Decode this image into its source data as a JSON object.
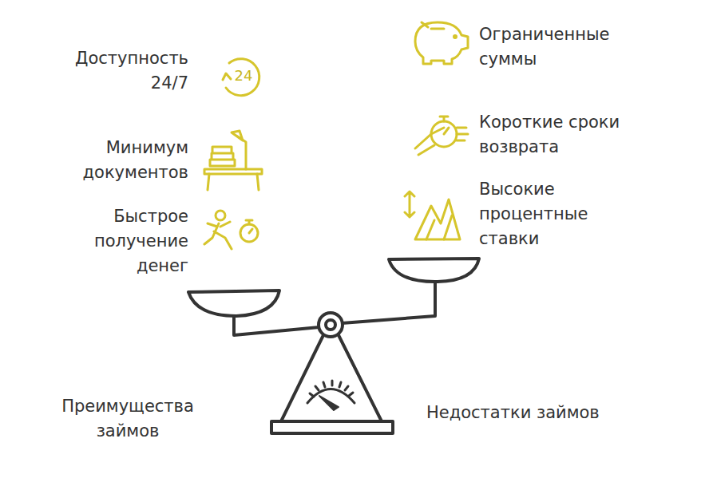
{
  "diagram": {
    "labels": [
      "Доступность 24/7",
      "24",
      "Ограниченные суммы",
      "Минимум документов",
      "Короткие сроки возврата",
      "Быстрое получение денег",
      "Высокие процентные ставки",
      "Преимущества займов",
      "Недостатки займов"
    ]
  }
}
